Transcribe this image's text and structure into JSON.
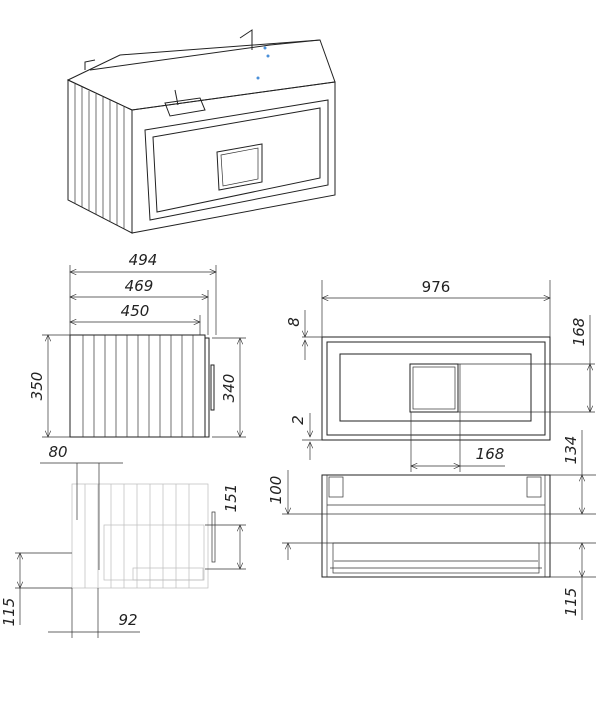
{
  "drawing": {
    "side_view": {
      "width_494": "494",
      "width_469": "469",
      "width_450": "450",
      "height_350": "350",
      "height_340": "340"
    },
    "front_view": {
      "width_976": "976",
      "top_gap_8": "8",
      "bottom_gap_2": "2",
      "handle_height_168": "168",
      "handle_width_168": "168"
    },
    "bottom_view": {
      "depth_134": "134",
      "depth_100": "100",
      "depth_115": "115"
    },
    "side_section": {
      "offset_80": "80",
      "height_151": "151",
      "height_115": "115",
      "offset_92": "92"
    }
  }
}
